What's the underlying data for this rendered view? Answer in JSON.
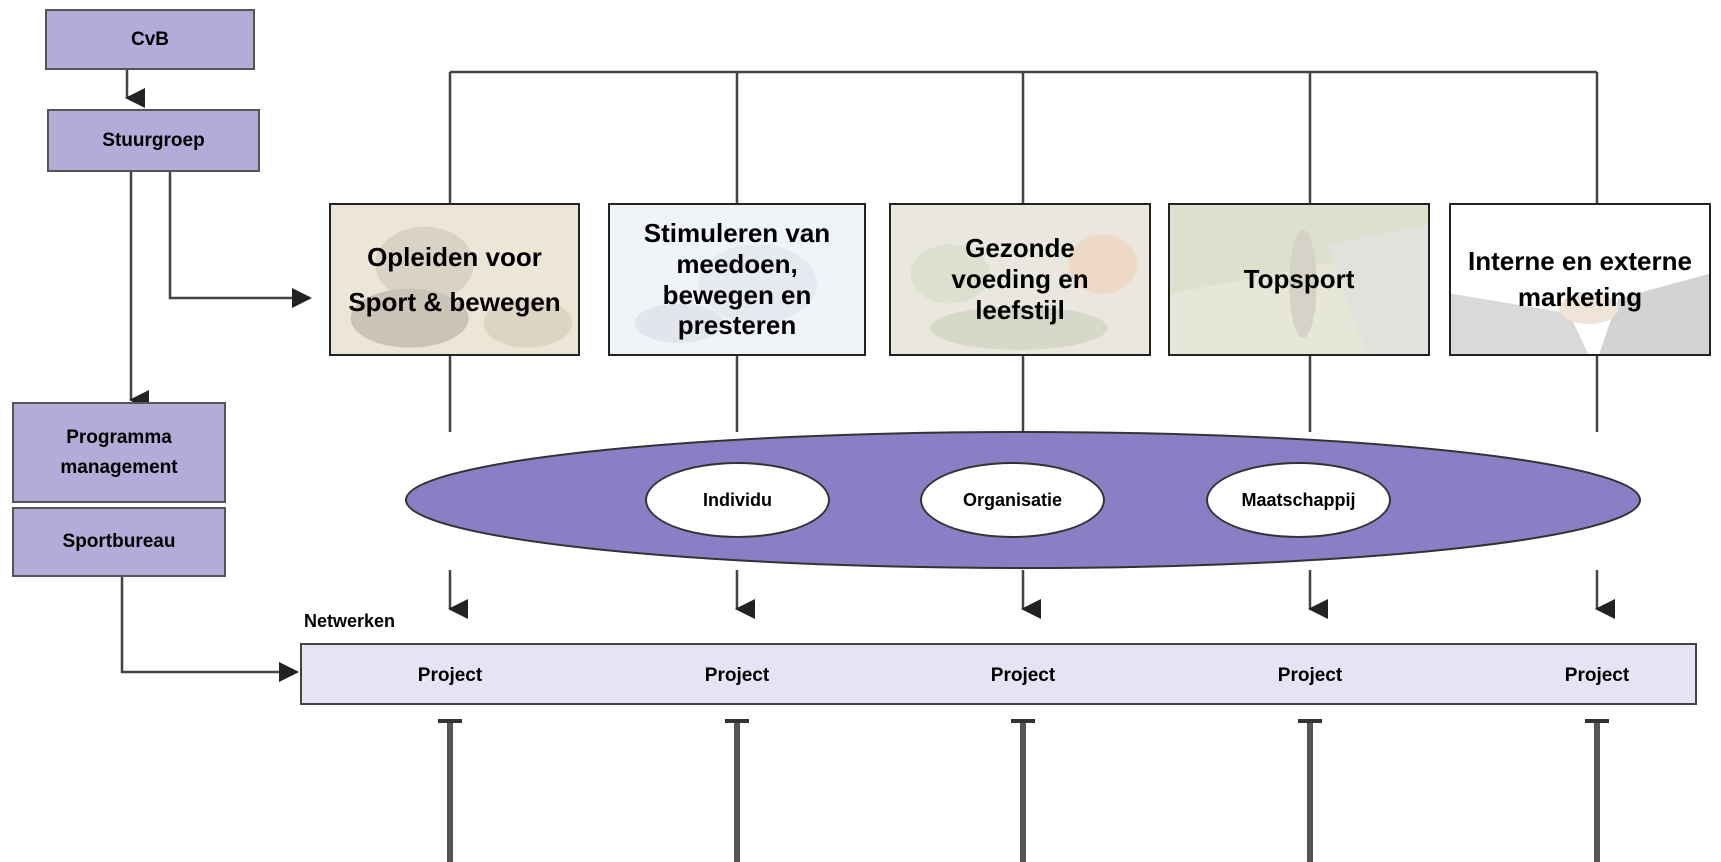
{
  "governance": {
    "cvb": "CvB",
    "stuurgroep": "Stuurgroep",
    "programma_line1": "Programma",
    "programma_line2": "management",
    "sportbureau": "Sportbureau"
  },
  "themes": [
    {
      "line1": "Opleiden voor",
      "line2": "Sport & bewegen",
      "line3": "",
      "line4": "",
      "image": "football-player-photo"
    },
    {
      "line1": "Stimuleren van",
      "line2": "meedoen,",
      "line3": "bewegen en",
      "line4": "presteren",
      "image": "jumping-athlete-photo"
    },
    {
      "line1": "Gezonde",
      "line2": "voeding en",
      "line3": "leefstijl",
      "line4": "",
      "image": "vegetables-photo"
    },
    {
      "line1": "Topsport",
      "line2": "",
      "line3": "",
      "line4": "",
      "image": "runner-photo"
    },
    {
      "line1": "Interne en externe",
      "line2": "marketing",
      "line3": "",
      "line4": "",
      "image": "handshake-photo"
    }
  ],
  "levels": [
    "Individu",
    "Organisatie",
    "Maatschappij"
  ],
  "netwerken": "Netwerken",
  "projects": [
    "Project",
    "Project",
    "Project",
    "Project",
    "Project"
  ],
  "colors": {
    "box_fill": "#b4acd8",
    "ellipse_fill": "#8a7fc4",
    "project_bar_fill": "#e6e4f4",
    "line": "#444444"
  }
}
